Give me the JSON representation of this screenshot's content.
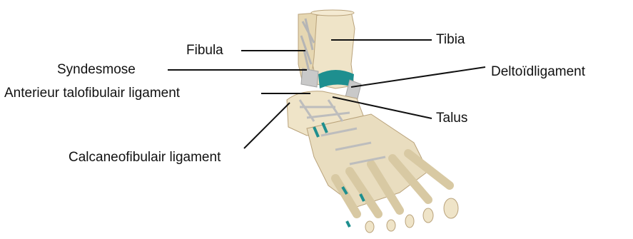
{
  "colors": {
    "background": "#ffffff",
    "bone": "#efe4c8",
    "bone_shadow": "#d8c9a3",
    "ligament": "#c9c9c9",
    "cartilage": "#1e8f8f",
    "leader": "#111111",
    "text": "#111111"
  },
  "labels": {
    "fibula": "Fibula",
    "tibia": "Tibia",
    "syndesmose": "Syndesmose",
    "deltoid": "Deltoïdligament",
    "atfl": "Anterieur talofibulair ligament",
    "talus": "Talus",
    "cfl": "Calcaneofibulair ligament"
  }
}
